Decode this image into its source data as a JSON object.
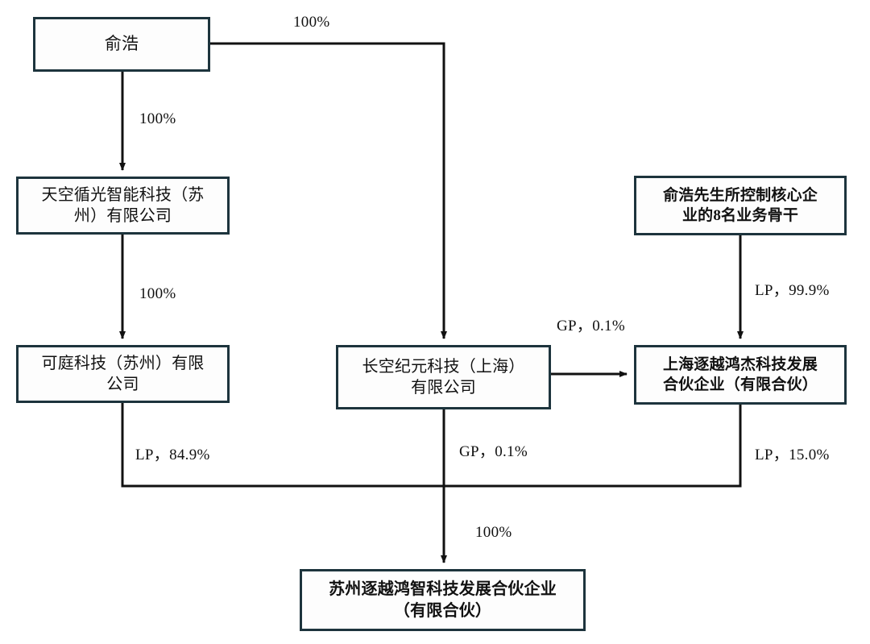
{
  "diagram": {
    "type": "ownership-structure-flowchart",
    "colors": {
      "box_border": "#1d343d",
      "box_fill": "#fdfdfd",
      "line": "#111111",
      "text": "#111111",
      "background": "#ffffff"
    },
    "nodes": [
      {
        "id": "yuhao",
        "label": "俞浩",
        "bold": false
      },
      {
        "id": "tiankong",
        "label": "天空循光智能科技（苏\n州）有限公司",
        "bold": false
      },
      {
        "id": "keting",
        "label": "可庭科技（苏州）有限\n公司",
        "bold": false
      },
      {
        "id": "changkong",
        "label": "长空纪元科技（上海）\n有限公司",
        "bold": false
      },
      {
        "id": "backbone",
        "label": "俞浩先生所控制核心企\n业的8名业务骨干",
        "bold": true
      },
      {
        "id": "shzhuyue",
        "label": "上海逐越鸿杰科技发展\n合伙企业（有限合伙）",
        "bold": true
      },
      {
        "id": "szzhuyue",
        "label": "苏州逐越鸿智科技发展合伙企业\n（有限合伙）",
        "bold": true
      }
    ],
    "edges": [
      {
        "id": "yuhao-changkong",
        "from": "yuhao",
        "to": "changkong",
        "label": "100%"
      },
      {
        "id": "yuhao-tiankong",
        "from": "yuhao",
        "to": "tiankong",
        "label": "100%"
      },
      {
        "id": "tiankong-keting",
        "from": "tiankong",
        "to": "keting",
        "label": "100%"
      },
      {
        "id": "backbone-shzhuyue",
        "from": "backbone",
        "to": "shzhuyue",
        "label": "LP，99.9%"
      },
      {
        "id": "changkong-shzhuyue",
        "from": "changkong",
        "to": "shzhuyue",
        "label": "GP，0.1%"
      },
      {
        "id": "keting-szzhuyue",
        "from": "keting",
        "to": "szzhuyue",
        "label": "LP，84.9%"
      },
      {
        "id": "changkong-szzhuyue",
        "from": "changkong",
        "to": "szzhuyue",
        "label": "GP，0.1%"
      },
      {
        "id": "shzhuyue-szzhuyue",
        "from": "shzhuyue",
        "to": "szzhuyue",
        "label": "LP，15.0%"
      },
      {
        "id": "collector-bottom",
        "from": "collector",
        "to": "szzhuyue",
        "label": "100%"
      }
    ]
  }
}
